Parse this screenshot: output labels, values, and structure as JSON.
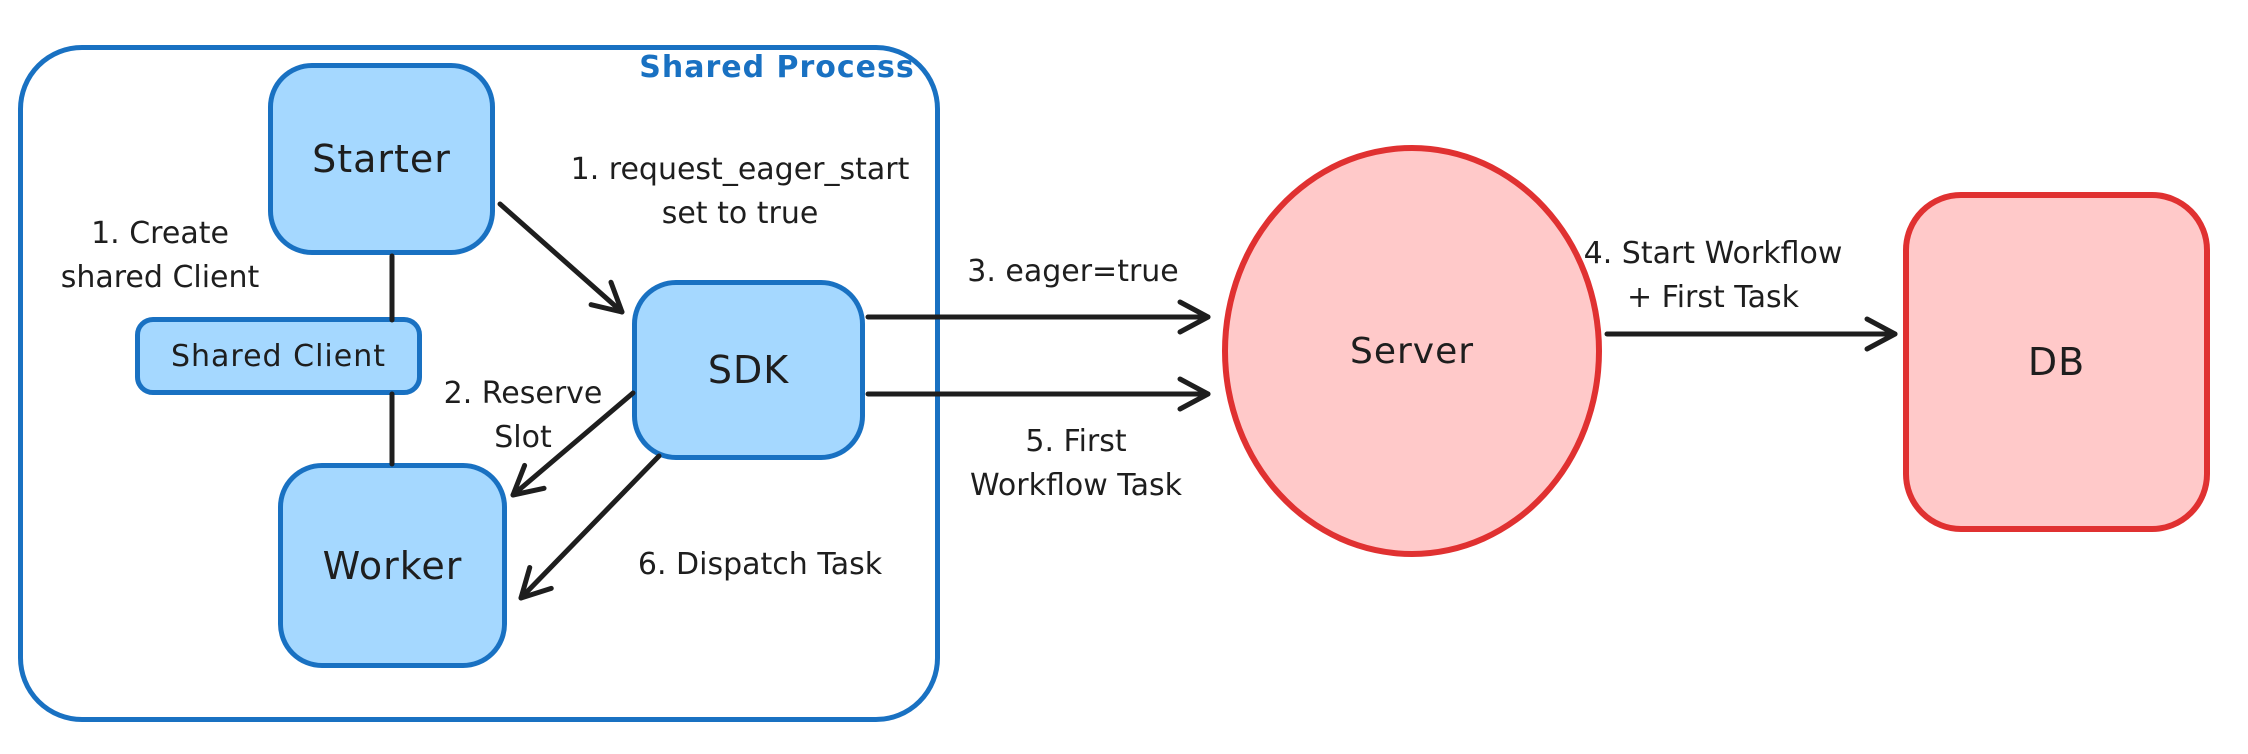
{
  "shared_process": {
    "label": "Shared Process"
  },
  "nodes": {
    "starter": {
      "label": "Starter"
    },
    "shared_client": {
      "label": "Shared Client"
    },
    "worker": {
      "label": "Worker"
    },
    "sdk": {
      "label": "SDK"
    },
    "server": {
      "label": "Server"
    },
    "db": {
      "label": "DB"
    }
  },
  "annotations": {
    "create_shared_client": {
      "line1": "1. Create",
      "line2": "shared Client"
    },
    "request_eager_start": {
      "line1": "1. request_eager_start",
      "line2": "set to true"
    },
    "reserve_slot": {
      "line1": "2. Reserve",
      "line2": "Slot"
    },
    "eager_true": {
      "label": "3. eager=true"
    },
    "start_workflow": {
      "line1": "4. Start Workflow",
      "line2": "+ First Task"
    },
    "first_workflow_task": {
      "line1": "5. First",
      "line2": "Workflow Task"
    },
    "dispatch_task": {
      "label": "6. Dispatch Task"
    }
  },
  "edges": [
    {
      "from": "starter",
      "to": "shared_client",
      "style": "line"
    },
    {
      "from": "shared_client",
      "to": "worker",
      "style": "line"
    },
    {
      "from": "starter",
      "to": "sdk",
      "style": "arrow",
      "label": "1. request_eager_start set to true"
    },
    {
      "from": "sdk",
      "to": "worker",
      "style": "arrow",
      "label": "2. Reserve Slot"
    },
    {
      "from": "sdk",
      "to": "server",
      "style": "arrow",
      "label": "3. eager=true"
    },
    {
      "from": "server",
      "to": "db",
      "style": "arrow",
      "label": "4. Start Workflow + First Task"
    },
    {
      "from": "sdk",
      "to": "server",
      "style": "arrow",
      "label": "5. First Workflow Task"
    },
    {
      "from": "sdk",
      "to": "worker",
      "style": "arrow",
      "label": "6. Dispatch Task"
    }
  ],
  "colors": {
    "blue_stroke": "#1971c2",
    "blue_fill": "#a5d8ff",
    "red_stroke": "#e03131",
    "red_fill": "#ffc9c9",
    "text": "#1e1e1e",
    "background": "#ffffff"
  }
}
